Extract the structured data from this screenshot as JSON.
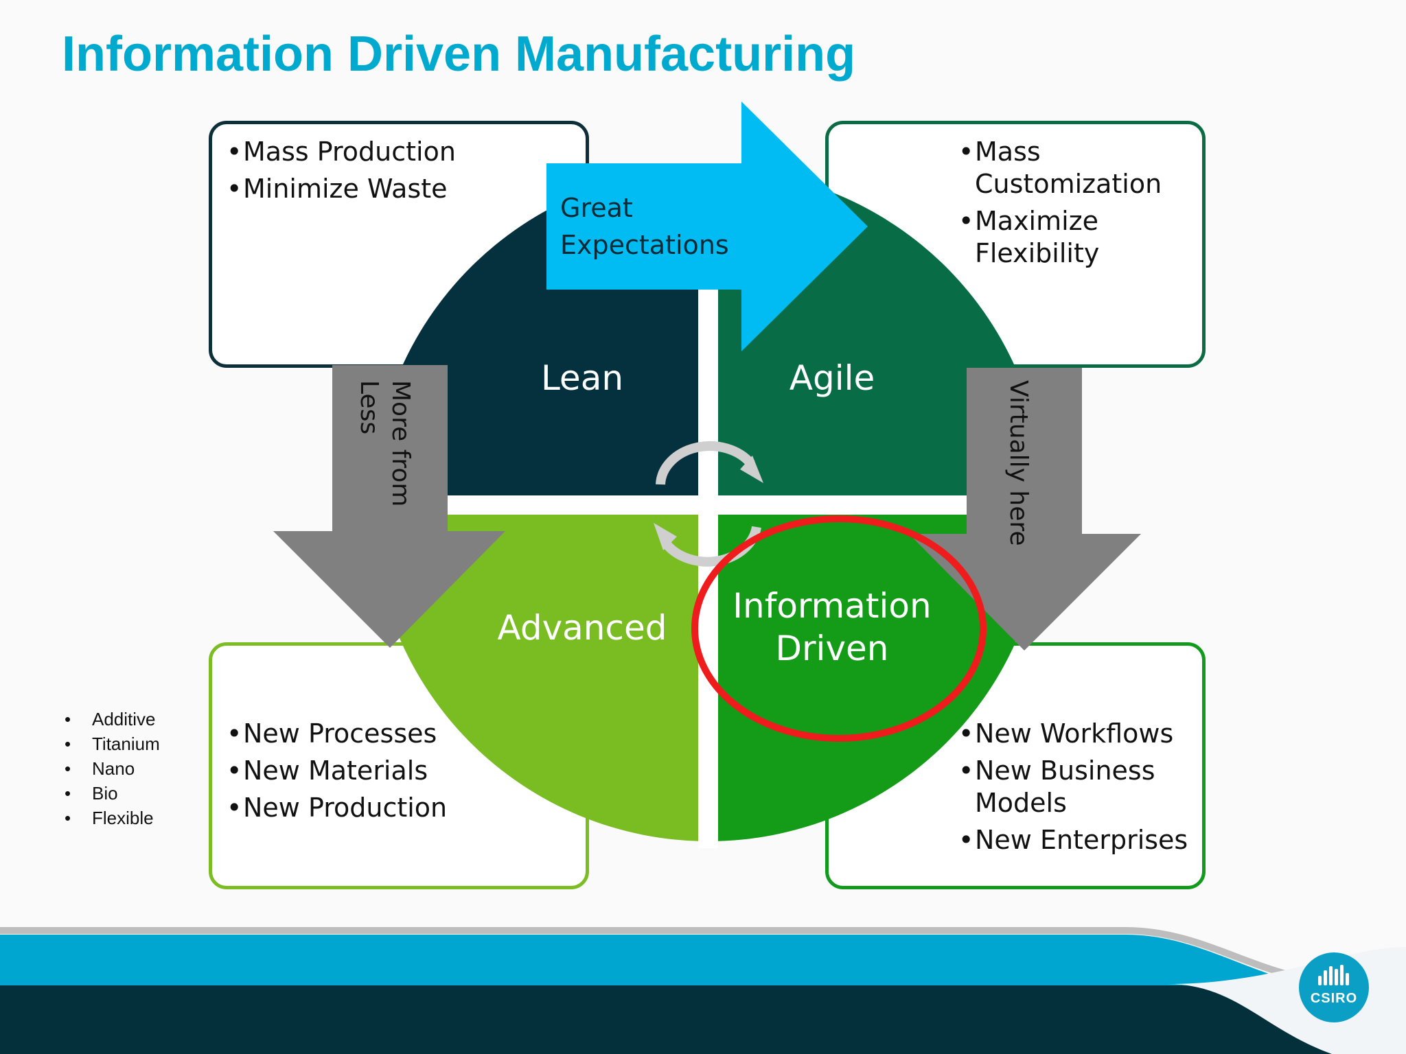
{
  "title": "Information Driven Manufacturing",
  "colors": {
    "title": "#00a9ce",
    "lean": "#05303d",
    "agile": "#086d46",
    "advanced": "#7abd23",
    "information_driven": "#149c18",
    "great_expectations_arrow": "#00bcf2",
    "grey_arrows": "#808080",
    "highlight_ellipse": "#ee1c1c",
    "footer_light": "#00a5d0",
    "footer_dark": "#04303c"
  },
  "quadrants": {
    "lean": "Lean",
    "agile": "Agile",
    "advanced": "Advanced",
    "information_driven": "Information Driven"
  },
  "arrows": {
    "top": "Great Expectations",
    "left": "More from Less",
    "right": "Virtually here"
  },
  "boxes": {
    "top_left": [
      "Mass Production",
      "Minimize Waste"
    ],
    "top_right": [
      "Mass Customization",
      "Maximize Flexibility"
    ],
    "bottom_left": [
      "New Processes",
      "New Materials",
      "New Production"
    ],
    "bottom_right": [
      "New Workflows",
      "New Business Models",
      "New Enterprises"
    ]
  },
  "side_list": [
    "Additive",
    "Titanium",
    "Nano",
    "Bio",
    "Flexible"
  ],
  "icons": {
    "cycle": "circular-arrows-icon",
    "logo": "csiro-logo"
  },
  "logo_text": "CSIRO"
}
